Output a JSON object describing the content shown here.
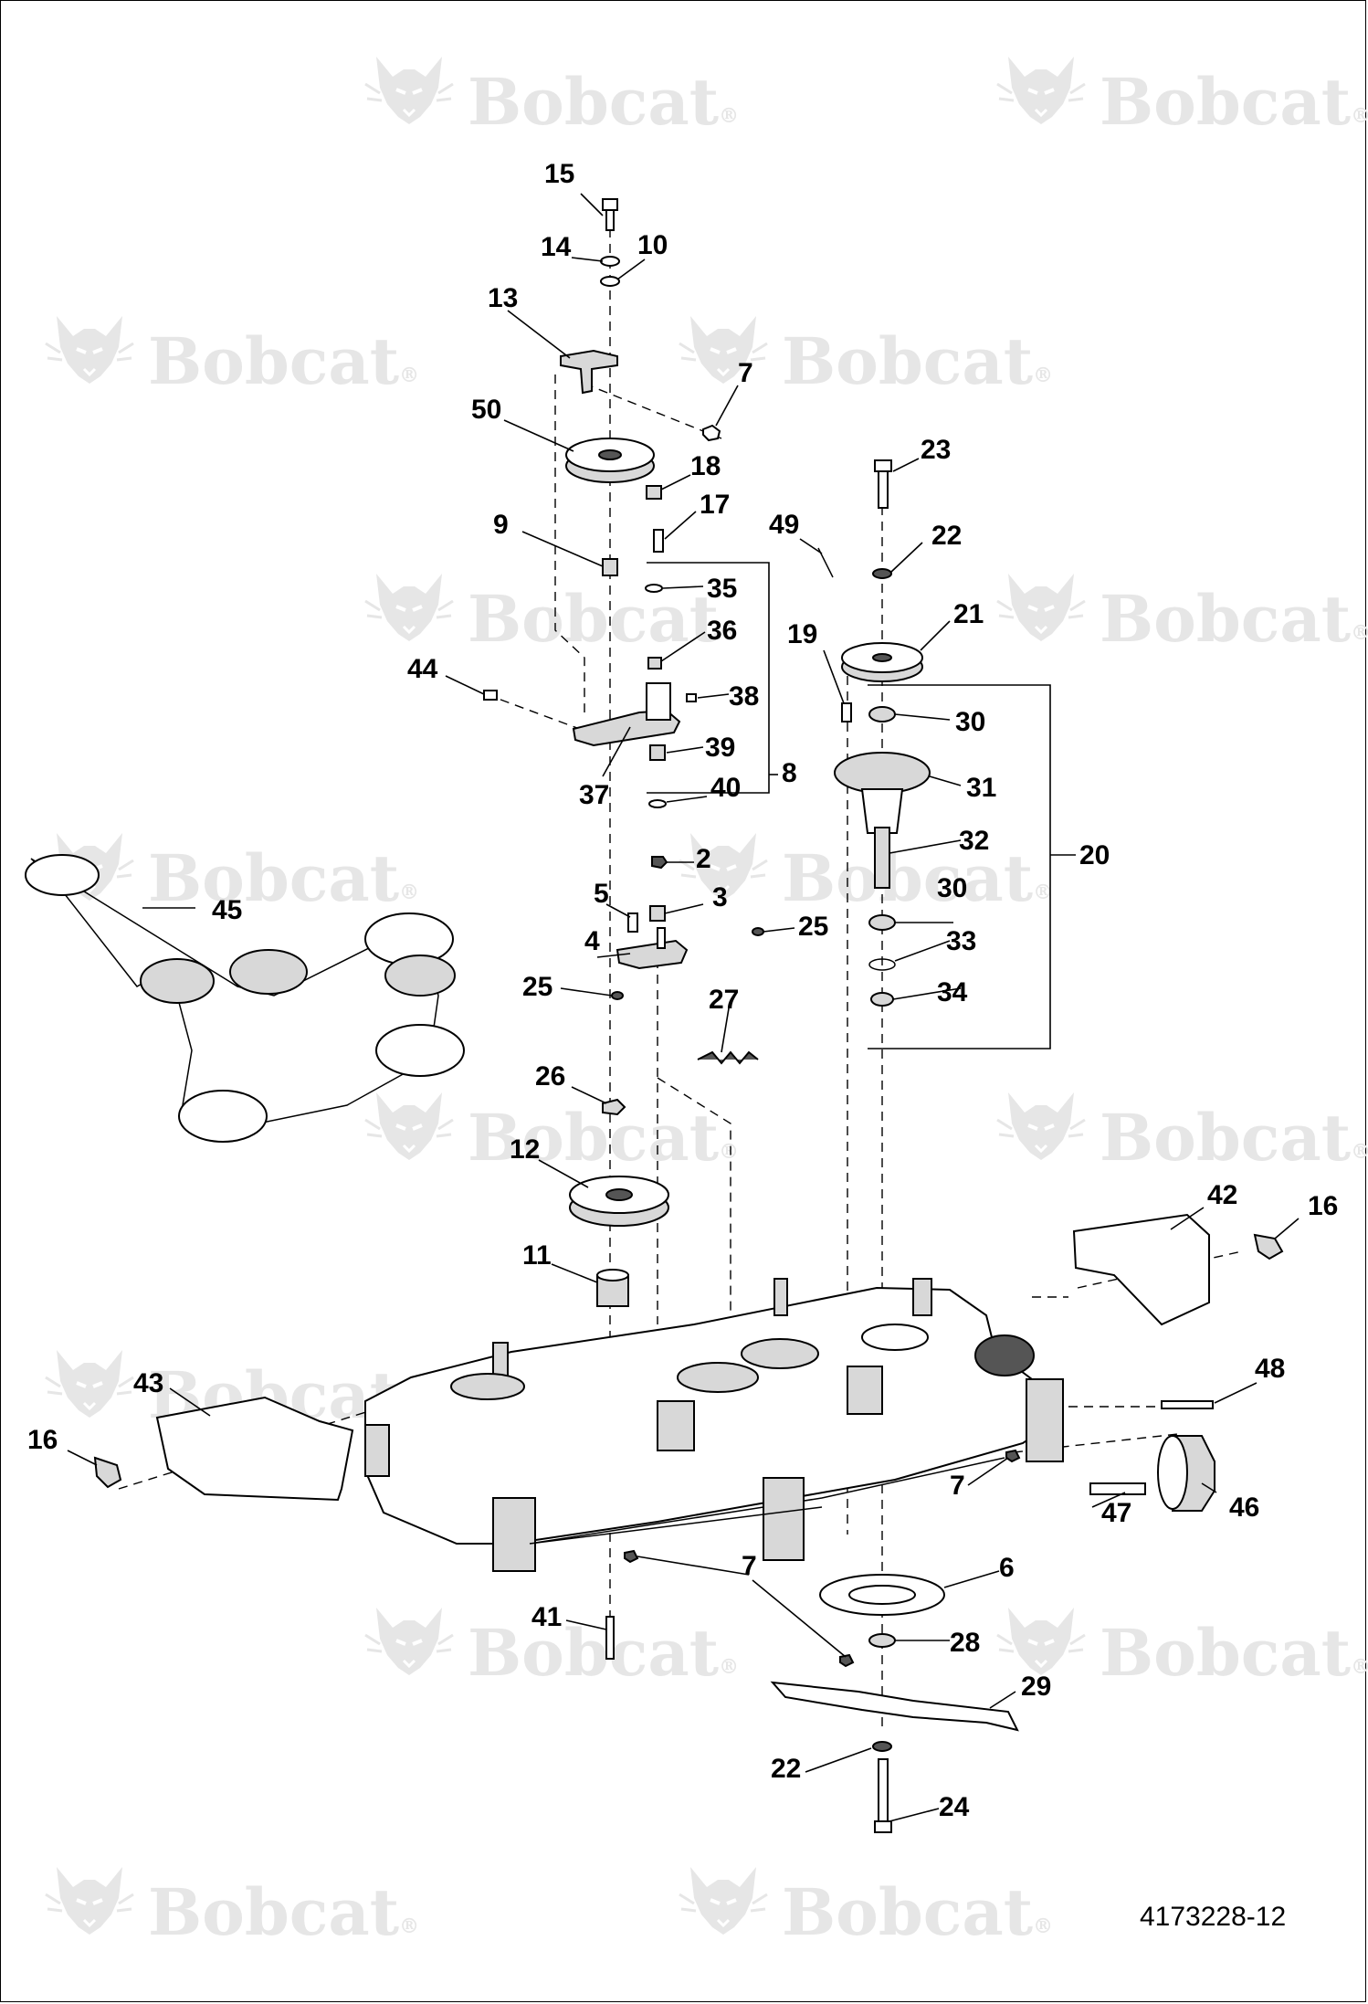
{
  "watermark": {
    "text": "Bobcat",
    "mark": "®",
    "color": "#e6e6e6",
    "logo_icon": "bobcat-head-logo"
  },
  "drawing_number": "4173228-12",
  "callouts": [
    {
      "id": "15",
      "label": "15"
    },
    {
      "id": "14",
      "label": "14"
    },
    {
      "id": "10",
      "label": "10"
    },
    {
      "id": "13",
      "label": "13"
    },
    {
      "id": "7a",
      "label": "7"
    },
    {
      "id": "50",
      "label": "50"
    },
    {
      "id": "18",
      "label": "18"
    },
    {
      "id": "17",
      "label": "17"
    },
    {
      "id": "9",
      "label": "9"
    },
    {
      "id": "35",
      "label": "35"
    },
    {
      "id": "36",
      "label": "36"
    },
    {
      "id": "44",
      "label": "44"
    },
    {
      "id": "38",
      "label": "38"
    },
    {
      "id": "39",
      "label": "39"
    },
    {
      "id": "37",
      "label": "37"
    },
    {
      "id": "40",
      "label": "40"
    },
    {
      "id": "8",
      "label": "8"
    },
    {
      "id": "2",
      "label": "2"
    },
    {
      "id": "5",
      "label": "5"
    },
    {
      "id": "3",
      "label": "3"
    },
    {
      "id": "4",
      "label": "4"
    },
    {
      "id": "25a",
      "label": "25"
    },
    {
      "id": "25b",
      "label": "25"
    },
    {
      "id": "27",
      "label": "27"
    },
    {
      "id": "26",
      "label": "26"
    },
    {
      "id": "12",
      "label": "12"
    },
    {
      "id": "11",
      "label": "11"
    },
    {
      "id": "23",
      "label": "23"
    },
    {
      "id": "49",
      "label": "49"
    },
    {
      "id": "22a",
      "label": "22"
    },
    {
      "id": "19",
      "label": "19"
    },
    {
      "id": "21",
      "label": "21"
    },
    {
      "id": "30a",
      "label": "30"
    },
    {
      "id": "31",
      "label": "31"
    },
    {
      "id": "32",
      "label": "32"
    },
    {
      "id": "30b",
      "label": "30"
    },
    {
      "id": "33",
      "label": "33"
    },
    {
      "id": "34",
      "label": "34"
    },
    {
      "id": "20",
      "label": "20"
    },
    {
      "id": "45",
      "label": "45"
    },
    {
      "id": "42",
      "label": "42"
    },
    {
      "id": "16a",
      "label": "16"
    },
    {
      "id": "43",
      "label": "43"
    },
    {
      "id": "16b",
      "label": "16"
    },
    {
      "id": "48",
      "label": "48"
    },
    {
      "id": "7b",
      "label": "7"
    },
    {
      "id": "47",
      "label": "47"
    },
    {
      "id": "46",
      "label": "46"
    },
    {
      "id": "7c",
      "label": "7"
    },
    {
      "id": "6",
      "label": "6"
    },
    {
      "id": "41",
      "label": "41"
    },
    {
      "id": "28",
      "label": "28"
    },
    {
      "id": "29",
      "label": "29"
    },
    {
      "id": "22b",
      "label": "22"
    },
    {
      "id": "24",
      "label": "24"
    }
  ]
}
